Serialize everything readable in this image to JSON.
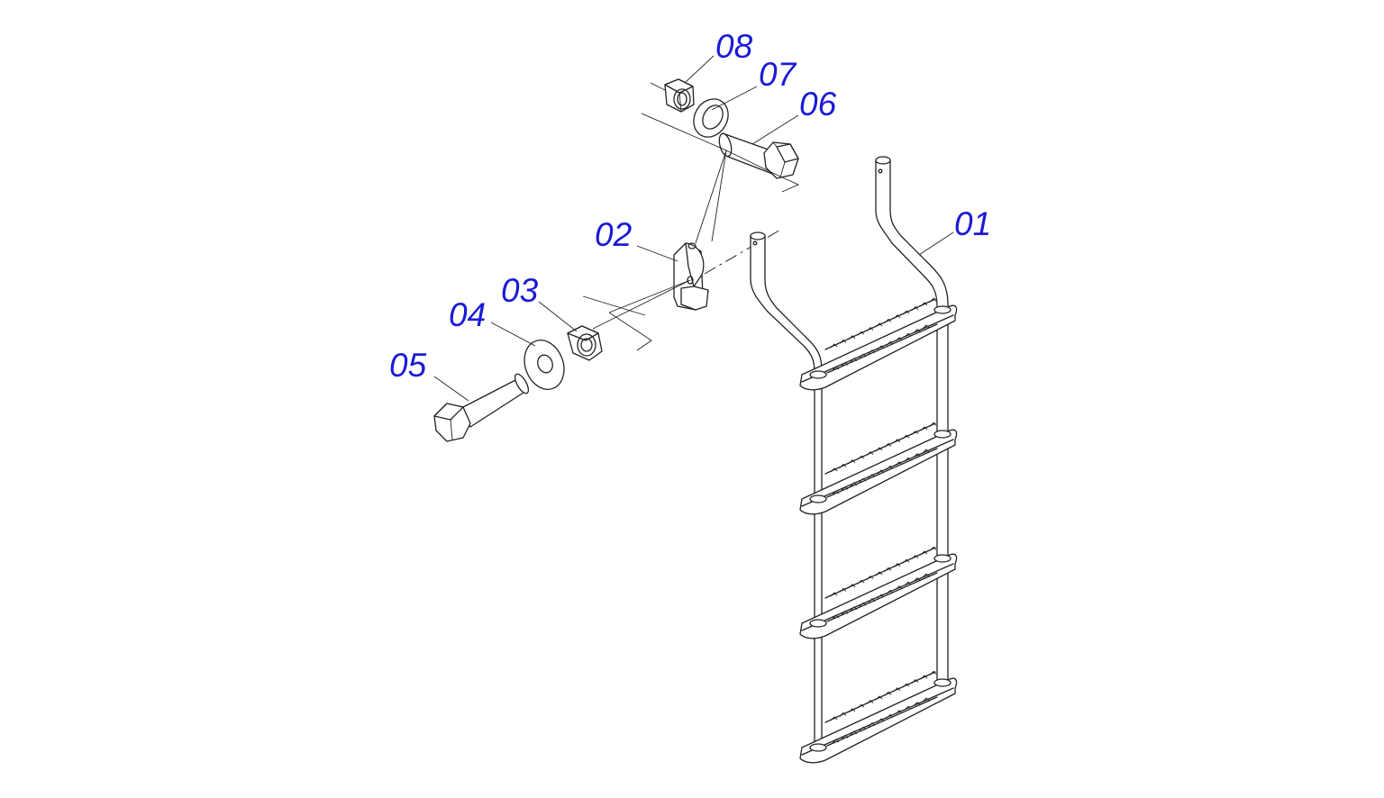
{
  "callouts": {
    "p01": "01",
    "p02": "02",
    "p03": "03",
    "p04": "04",
    "p05": "05",
    "p06": "06",
    "p07": "07",
    "p08": "08"
  },
  "colors": {
    "callout_text": "#1a1ad6",
    "line_art": "#222222",
    "background": "#ffffff"
  }
}
